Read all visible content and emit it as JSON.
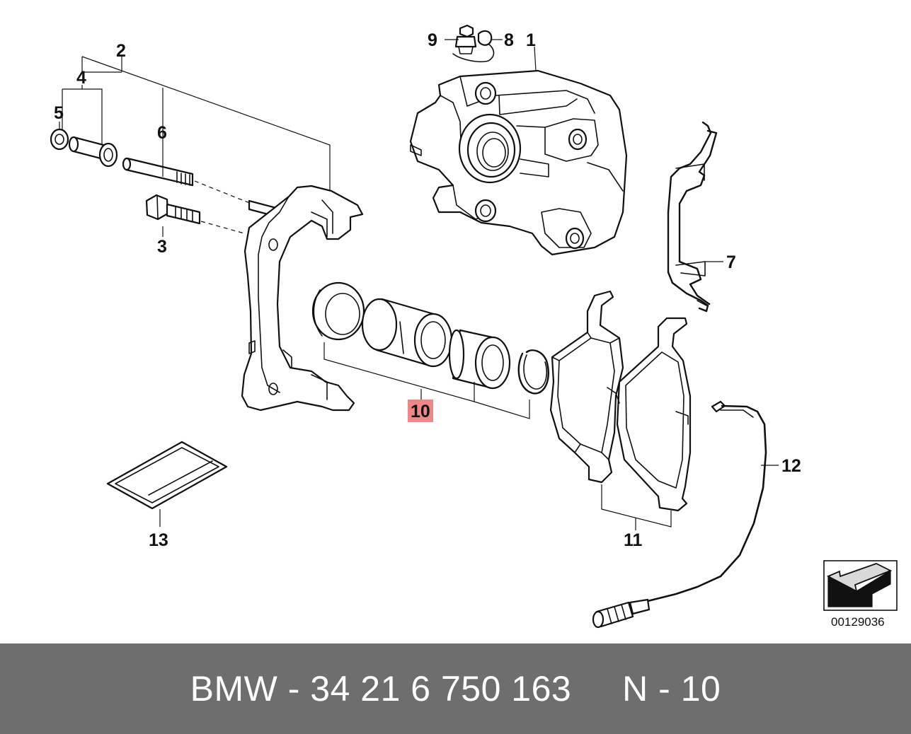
{
  "diagram": {
    "callouts": {
      "c1": "1",
      "c2": "2",
      "c3": "3",
      "c4": "4",
      "c5": "5",
      "c6": "6",
      "c7": "7",
      "c8": "8",
      "c9": "9",
      "c10": "10",
      "c11": "11",
      "c12": "12",
      "c13": "13"
    },
    "highlighted_callout": "10",
    "highlight_color": "#ee8888",
    "reference_code": "00129036",
    "parts": {
      "p1": "brake-caliper",
      "p2": "caliper-carrier",
      "p3": "carrier-bolt",
      "p4": "guide-sleeve",
      "p5": "sleeve-cap",
      "p6": "guide-pin",
      "p7": "anti-rattle-spring",
      "p8": "bleeder-cap",
      "p9": "bleeder-screw",
      "p10": "piston-repair-kit",
      "p11": "brake-pad-set",
      "p12": "wear-sensor",
      "p13": "grease-packet"
    }
  },
  "footer": {
    "text": "BMW - 34 21 6 750 163     N - 10",
    "background": "#6e6e6e"
  }
}
